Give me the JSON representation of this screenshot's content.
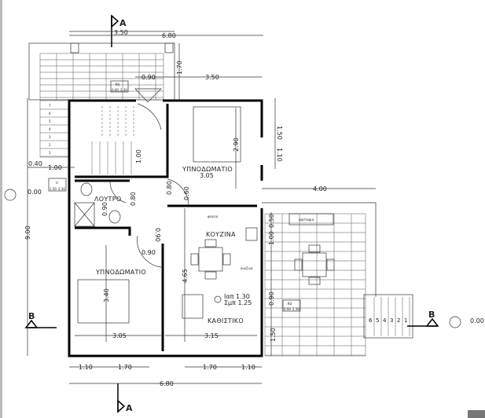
{
  "section_marks": {
    "a": "A",
    "b": "B"
  },
  "rooms": {
    "bedroom_top": "ΥΠΝΟΔΩΜΑΤΙΟ",
    "bathroom": "ΛΟΥΤΡΟ",
    "kitchen": "ΚΟΥΖΙΝΑ",
    "bedroom_bottom": "ΥΠΝΟΔΩΜΑΤΙΟ",
    "living_room": "ΚΑΘΙΣΤΙΚΟ"
  },
  "fixtures": {
    "fridge": "ψυγειο",
    "barbecue": "ψησταρια",
    "stove": "κουζινα"
  },
  "levels": {
    "left": "0.00",
    "right": "0.00",
    "floor_1": "Ιαπ 1.30",
    "floor_2": "Σμπ 1.25"
  },
  "window_tags": {
    "ku": "KU",
    "u": "U",
    "sill": "0.00",
    "head": "2.30",
    "sill_u": "1.50"
  },
  "stair_steps_left": [
    "1",
    "2",
    "3",
    "4",
    "5",
    "6",
    "7"
  ],
  "stair_steps_right": [
    "6",
    "5",
    "4",
    "3",
    "2",
    "1"
  ],
  "dimensions": {
    "top_350": "3.50",
    "top_680": "6.80",
    "v_170": "1.70",
    "h_090": "0.90",
    "h_350": "3.50",
    "v_150": "1.50",
    "v_110": "1.10",
    "h_040": "0.40",
    "h_100": "1.00",
    "h_400": "4.00",
    "v_900": "9.00",
    "v_290": "2.90",
    "h_305_top": "3.05",
    "v_100_stair": "1.00",
    "v_080_a": "0.80",
    "v_080_b": "0.80",
    "v_060": "0.60",
    "v_090_bath": "0.90",
    "v_090_bed": "0.90",
    "h_090_door": "0.90",
    "v_340": "3.40",
    "v_465": "4.65",
    "v_050": "0.50",
    "v_100_k": "1.00",
    "v_090_t": "0.90",
    "v_150_t": "1.50",
    "h_305_bot": "3.05",
    "h_315": "3.15",
    "b_110_l": "1.10",
    "b_170_l": "1.70",
    "b_170_r": "1.70",
    "b_110_r": "1.10",
    "b_680": "6.80"
  }
}
